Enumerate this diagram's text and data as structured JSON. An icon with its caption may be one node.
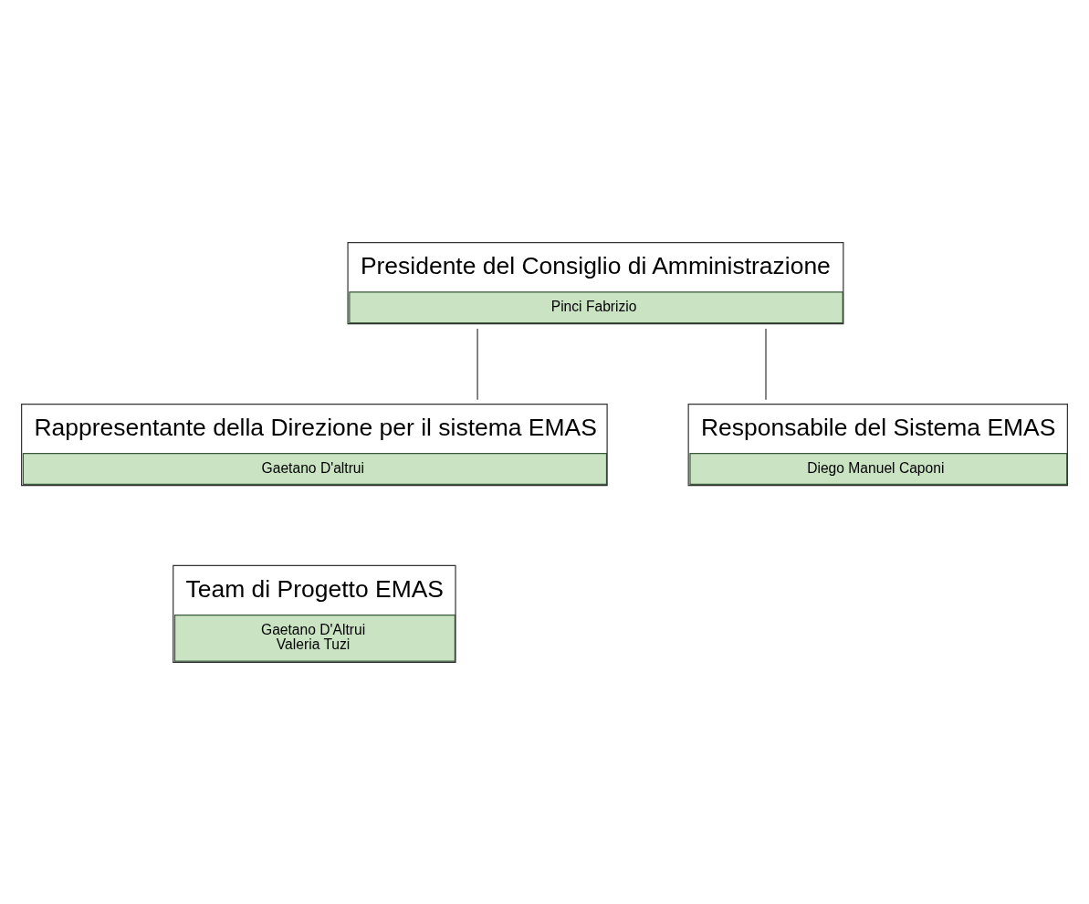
{
  "diagram": {
    "nodes": [
      {
        "text": [
          "Presidente del Consiglio di Amministrazione",
          "Pinci Fabrizio"
        ]
      },
      {
        "text": [
          "Rappresentante della Direzione per il sistema EMAS",
          "Gaetano D'altrui"
        ]
      },
      {
        "text": [
          "Responsabile del Sistema EMAS",
          "Diego Manuel Caponi"
        ]
      },
      {
        "text": [
          "Team di Progetto EMAS",
          "Gaetano D'Altrui",
          "Valeria Tuzi"
        ]
      }
    ],
    "edges": [
      {
        "from": 0,
        "to": 1,
        "arrow": "none"
      },
      {
        "from": 0,
        "to": 2,
        "arrow": "none"
      }
    ]
  }
}
